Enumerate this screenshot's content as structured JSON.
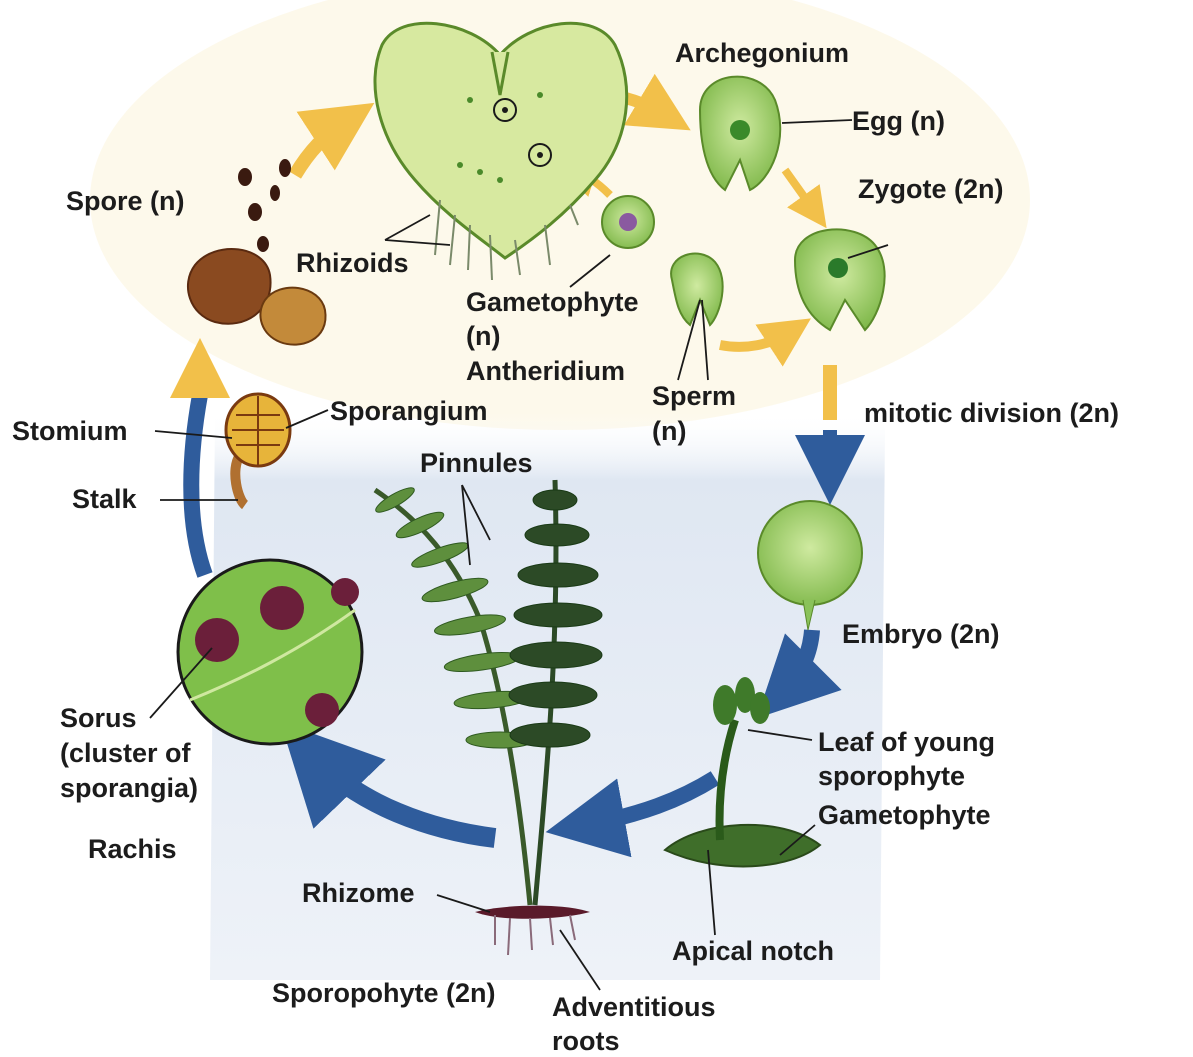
{
  "labels": {
    "archegonium": "Archegonium",
    "egg": "Egg (n)",
    "zygote": "Zygote (2n)",
    "spore": "Spore (n)",
    "rhizoids": "Rhizoids",
    "gametophyte": "Gametophyte",
    "gametophyte_n": "(n)",
    "antheridium": "Antheridium",
    "sperm": "Sperm",
    "sperm_n": "(n)",
    "mitotic_division": "mitotic division (2n)",
    "stomium": "Stomium",
    "sporangium": "Sporangium",
    "pinnules": "Pinnules",
    "stalk": "Stalk",
    "embryo": "Embryo (2n)",
    "sorus": "Sorus",
    "sorus_detail1": "(cluster of",
    "sorus_detail2": "sporangia)",
    "leaf_young1": "Leaf of young",
    "leaf_young2": "sporophyte",
    "gametophyte2": "Gametophyte",
    "rachis": "Rachis",
    "rhizome": "Rhizome",
    "apical_notch": "Apical notch",
    "sporophyte": "Sporopohyte (2n)",
    "adventitious1": "Adventitious",
    "adventitious2": "roots"
  },
  "colors": {
    "diploid_background": "#dfe7f2",
    "haploid_arrow": "#f2c04a",
    "diploid_arrow": "#2f5c9c",
    "thallus": "#d7e9a0",
    "cell_green": "#a9d66e",
    "frond_dark": "#2c4a26",
    "frond_light": "#5e8f3d",
    "sorus_purple": "#6b1f3a"
  }
}
